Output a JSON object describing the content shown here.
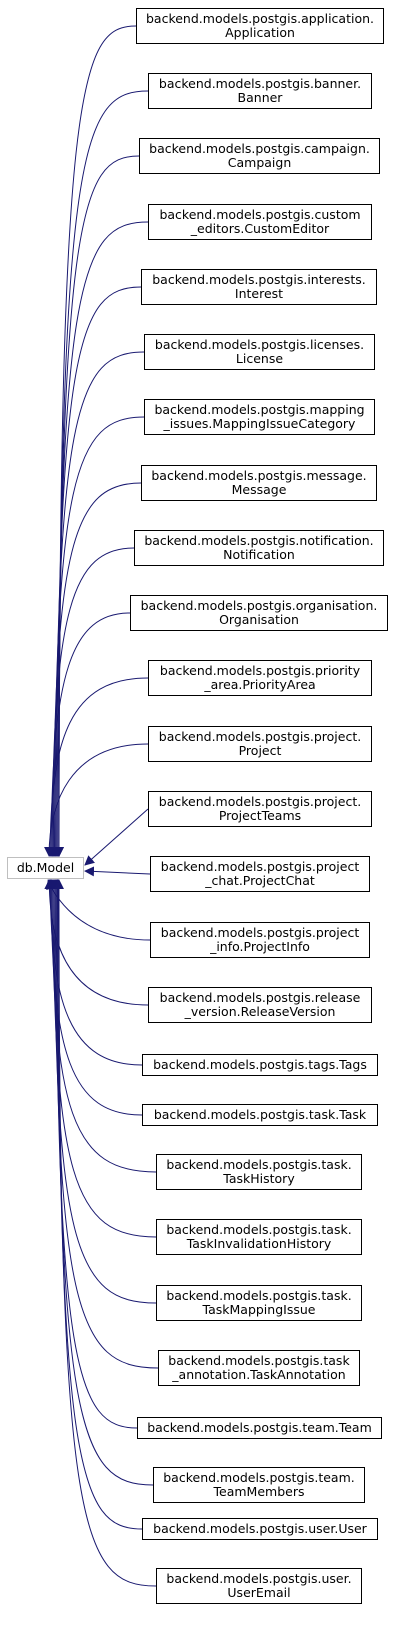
{
  "base": {
    "label": "db.Model"
  },
  "edge_color": "#191970",
  "classes": [
    {
      "line1": "backend.models.postgis.application.",
      "line2": "Application"
    },
    {
      "line1": "backend.models.postgis.banner.",
      "line2": "Banner"
    },
    {
      "line1": "backend.models.postgis.campaign.",
      "line2": "Campaign"
    },
    {
      "line1": "backend.models.postgis.custom",
      "line2": "_editors.CustomEditor"
    },
    {
      "line1": "backend.models.postgis.interests.",
      "line2": "Interest"
    },
    {
      "line1": "backend.models.postgis.licenses.",
      "line2": "License"
    },
    {
      "line1": "backend.models.postgis.mapping",
      "line2": "_issues.MappingIssueCategory"
    },
    {
      "line1": "backend.models.postgis.message.",
      "line2": "Message"
    },
    {
      "line1": "backend.models.postgis.notification.",
      "line2": "Notification"
    },
    {
      "line1": "backend.models.postgis.organisation.",
      "line2": "Organisation"
    },
    {
      "line1": "backend.models.postgis.priority",
      "line2": "_area.PriorityArea"
    },
    {
      "line1": "backend.models.postgis.project.",
      "line2": "Project"
    },
    {
      "line1": "backend.models.postgis.project.",
      "line2": "ProjectTeams"
    },
    {
      "line1": "backend.models.postgis.project",
      "line2": "_chat.ProjectChat"
    },
    {
      "line1": "backend.models.postgis.project",
      "line2": "_info.ProjectInfo"
    },
    {
      "line1": "backend.models.postgis.release",
      "line2": "_version.ReleaseVersion"
    },
    {
      "line1": "backend.models.postgis.tags.Tags",
      "line2": ""
    },
    {
      "line1": "backend.models.postgis.task.Task",
      "line2": ""
    },
    {
      "line1": "backend.models.postgis.task.",
      "line2": "TaskHistory"
    },
    {
      "line1": "backend.models.postgis.task.",
      "line2": "TaskInvalidationHistory"
    },
    {
      "line1": "backend.models.postgis.task.",
      "line2": "TaskMappingIssue"
    },
    {
      "line1": "backend.models.postgis.task",
      "line2": "_annotation.TaskAnnotation"
    },
    {
      "line1": "backend.models.postgis.team.Team",
      "line2": ""
    },
    {
      "line1": "backend.models.postgis.team.",
      "line2": "TeamMembers"
    },
    {
      "line1": "backend.models.postgis.user.User",
      "line2": ""
    },
    {
      "line1": "backend.models.postgis.user.",
      "line2": "UserEmail"
    }
  ]
}
